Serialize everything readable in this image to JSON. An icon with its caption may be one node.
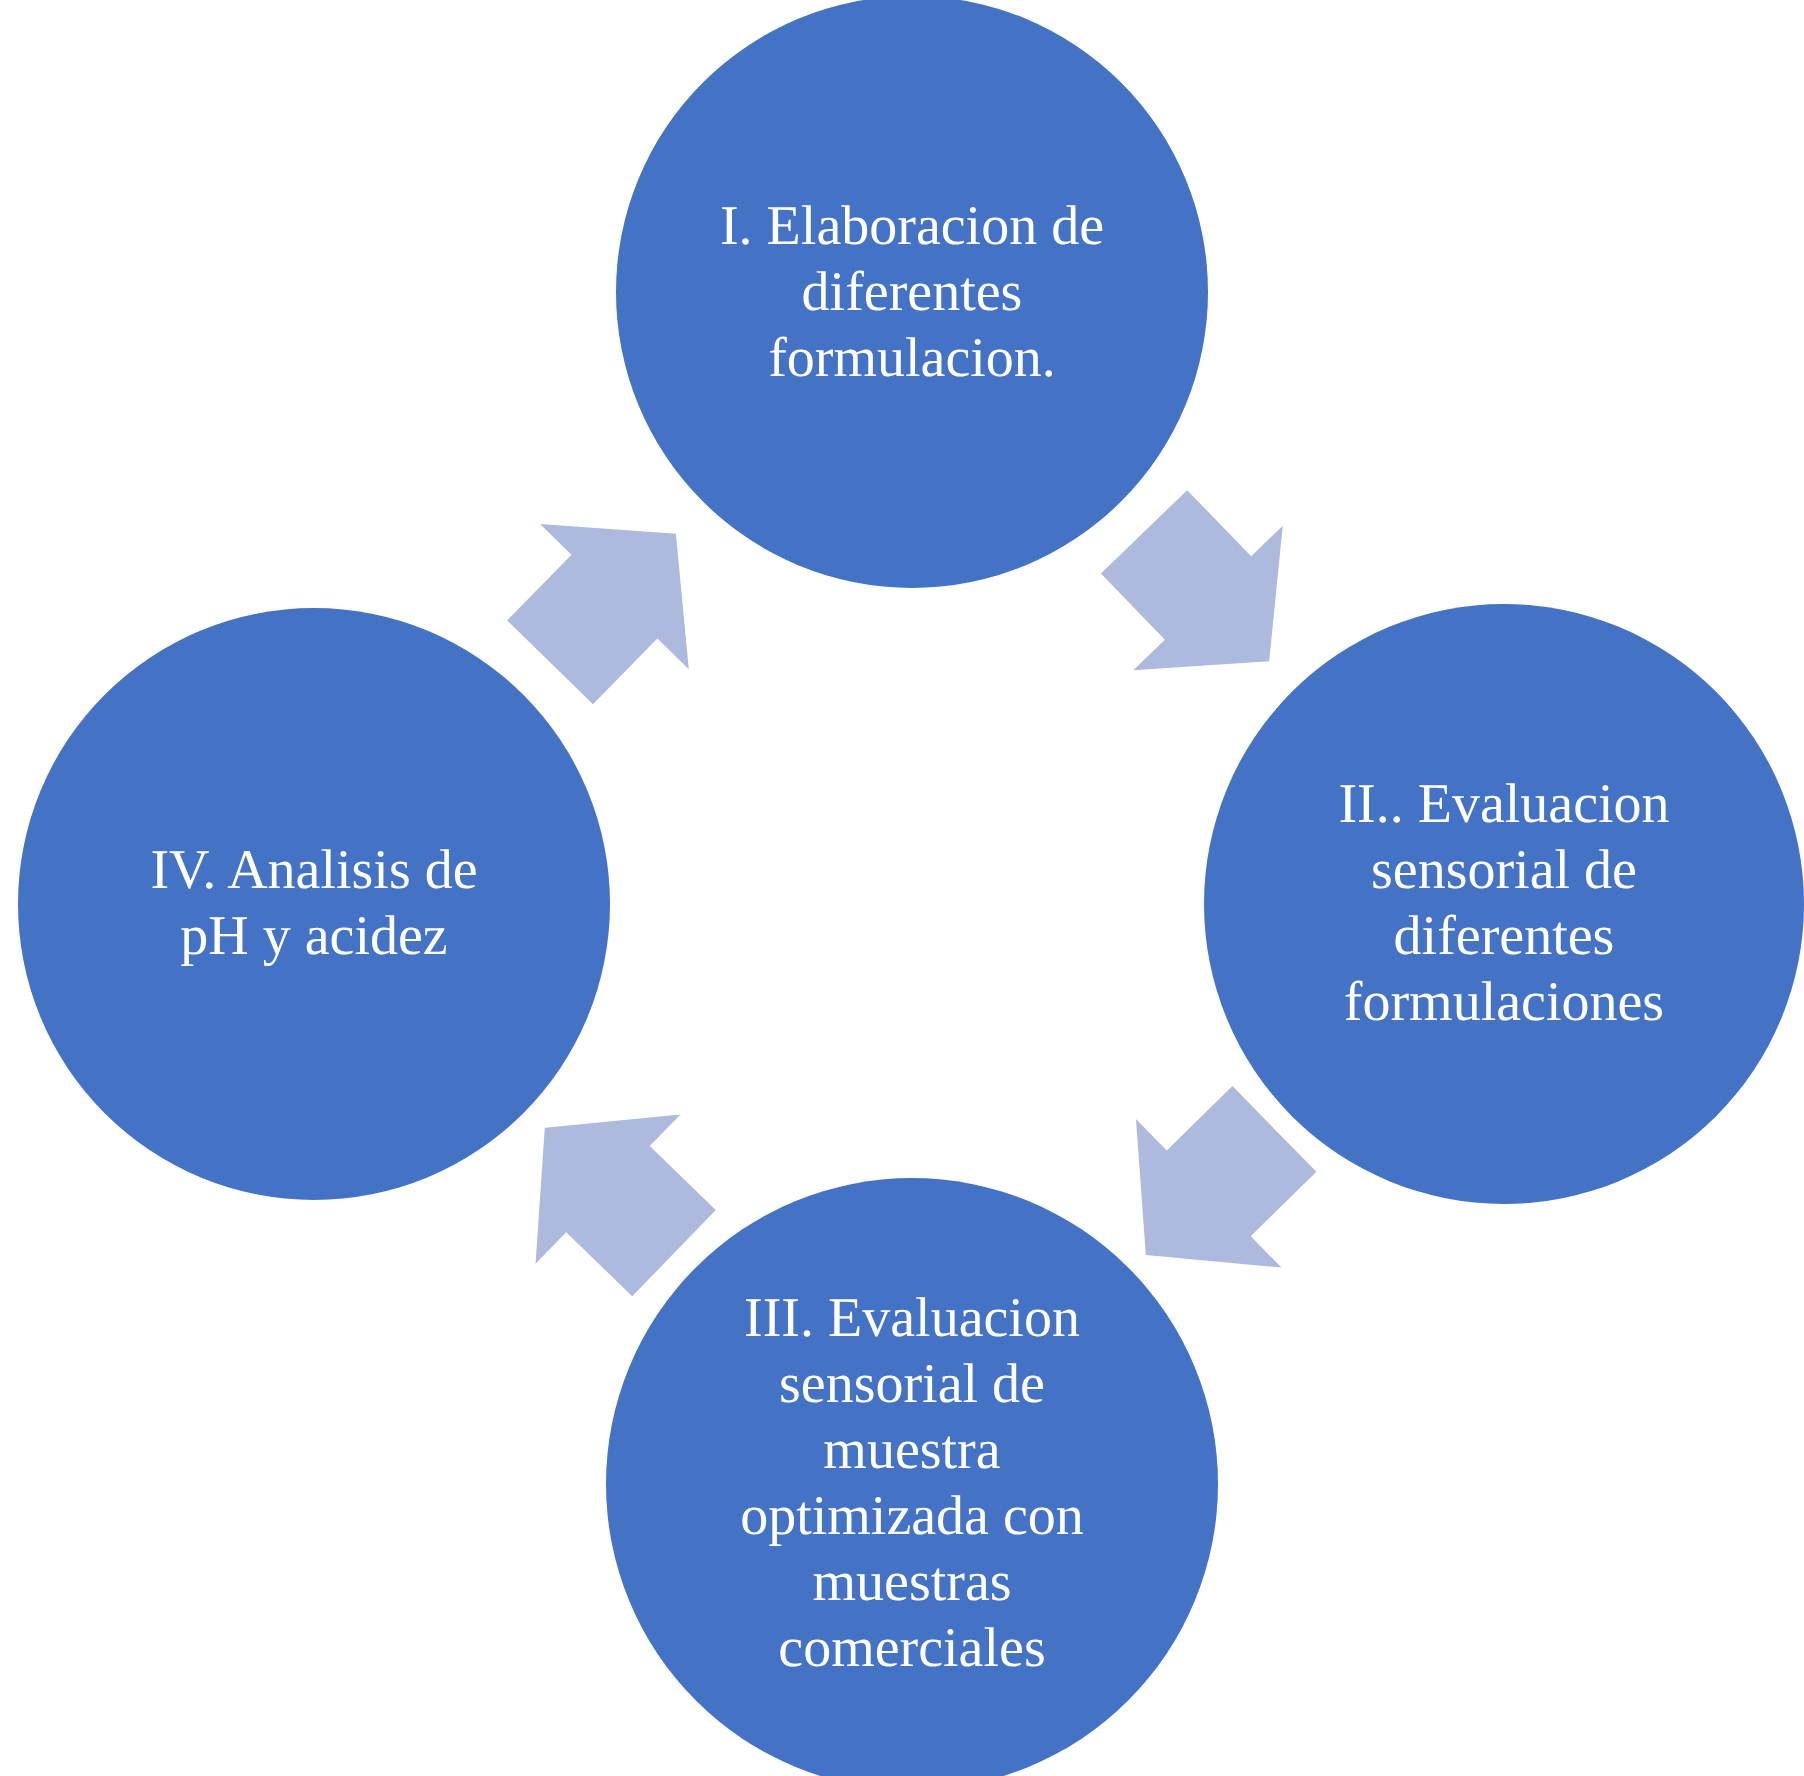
{
  "diagram": {
    "nodes": [
      {
        "text": [
          "I. Elaboracion de diferentes formulacion."
        ]
      },
      {
        "text": [
          "II.. Evaluacion sensorial de diferentes formulaciones"
        ]
      },
      {
        "text": [
          "III. Evaluacion sensorial de muestra optimizada con muestras comerciales"
        ]
      },
      {
        "text": [
          "IV. Analisis de pH y acidez"
        ]
      }
    ],
    "edges": [
      {
        "from": 0,
        "to": 1,
        "arrow": "to"
      },
      {
        "from": 1,
        "to": 2,
        "arrow": "to"
      },
      {
        "from": 2,
        "to": 3,
        "arrow": "to"
      },
      {
        "from": 3,
        "to": 0,
        "arrow": "to"
      }
    ]
  }
}
